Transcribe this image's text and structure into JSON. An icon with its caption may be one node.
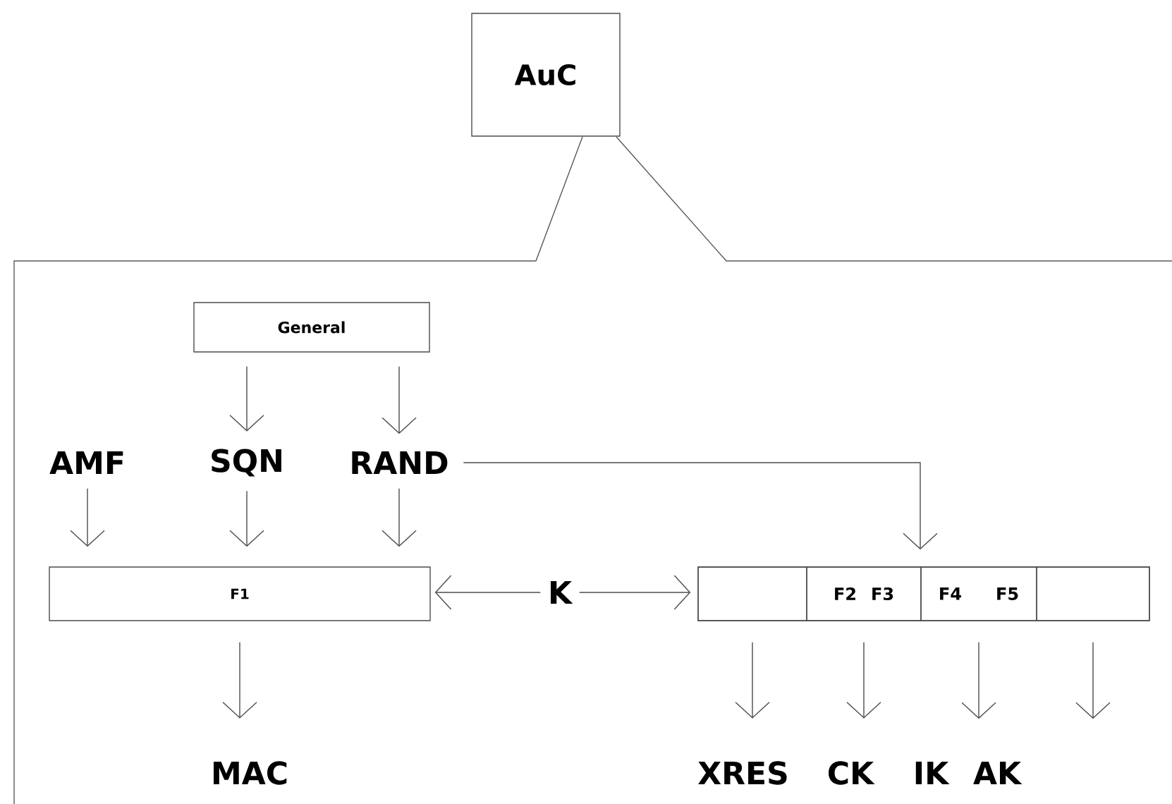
{
  "diagram": {
    "nodes": [
      {
        "text": [
          "AuC"
        ]
      },
      {
        "text": [
          "General"
        ]
      },
      {
        "text": [
          "AMF"
        ]
      },
      {
        "text": [
          "SQN"
        ]
      },
      {
        "text": [
          "RAND"
        ]
      },
      {
        "text": [
          "F1"
        ]
      },
      {
        "text": [
          "K"
        ]
      },
      {
        "text": [],
        "shape": "box"
      },
      {
        "text": [],
        "shape": "box",
        "in": 7
      },
      {
        "text": [
          "F2",
          "F3"
        ],
        "in": 7
      },
      {
        "text": [
          "F4",
          "F5"
        ],
        "in": 7
      },
      {
        "text": [],
        "shape": "box",
        "in": 7
      },
      {
        "text": [
          "MAC"
        ]
      },
      {
        "text": [
          "XRES"
        ]
      },
      {
        "text": [
          "CK"
        ]
      },
      {
        "text": [
          "IK"
        ]
      },
      {
        "text": [
          "AK"
        ]
      }
    ],
    "edges": [
      {
        "from": 1,
        "to": 3,
        "arrow": "to"
      },
      {
        "from": 1,
        "to": 4,
        "arrow": "to"
      },
      {
        "from": 2,
        "to": 5,
        "arrow": "to"
      },
      {
        "from": 3,
        "to": 5,
        "arrow": "to"
      },
      {
        "from": 4,
        "to": 5,
        "arrow": "to"
      },
      {
        "from": 6,
        "to": 5,
        "arrow": "to"
      },
      {
        "from": 6,
        "to": 7,
        "arrow": "to"
      },
      {
        "from": 4,
        "to": 7,
        "arrow": "to"
      },
      {
        "from": 5,
        "to": 12,
        "arrow": "to"
      },
      {
        "from": 8,
        "to": 13,
        "arrow": "to"
      },
      {
        "from": 9,
        "to": 14,
        "arrow": "to"
      },
      {
        "from": 10,
        "to": 15,
        "arrow": "to"
      },
      {
        "from": 11,
        "to": 16,
        "arrow": "to"
      }
    ]
  }
}
